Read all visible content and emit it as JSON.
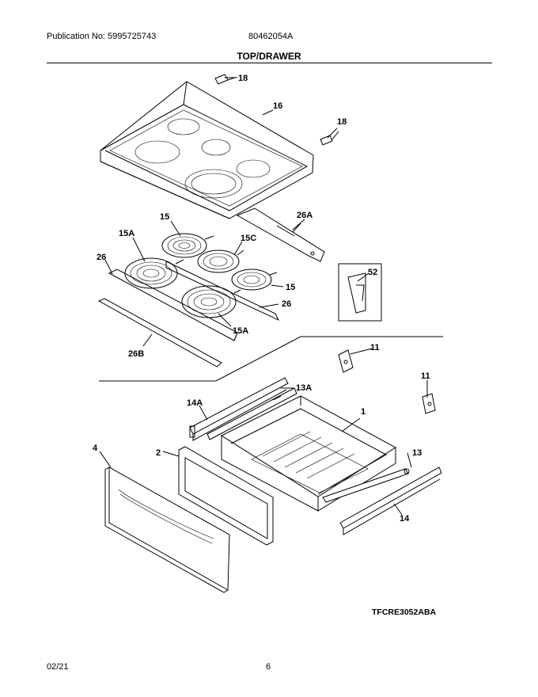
{
  "header": {
    "publication": "Publication No: 5995725743",
    "model": "80462054A",
    "title": "TOP/DRAWER"
  },
  "callouts": {
    "c18a": "18",
    "c18b": "18",
    "c16": "16",
    "c26A": "26A",
    "c15": "15",
    "c15A_top": "15A",
    "c15C": "15C",
    "c26_left": "26",
    "c15_right": "15",
    "c26_right": "26",
    "c15A_bottom": "15A",
    "c26B": "26B",
    "c52": "52",
    "c11a": "11",
    "c11b": "11",
    "c13A": "13A",
    "c14A": "14A",
    "c1": "1",
    "c4": "4",
    "c2": "2",
    "c13": "13",
    "c14": "14"
  },
  "footer": {
    "diagram_code": "TFCRE3052ABA",
    "date": "02/21",
    "page": "6"
  }
}
